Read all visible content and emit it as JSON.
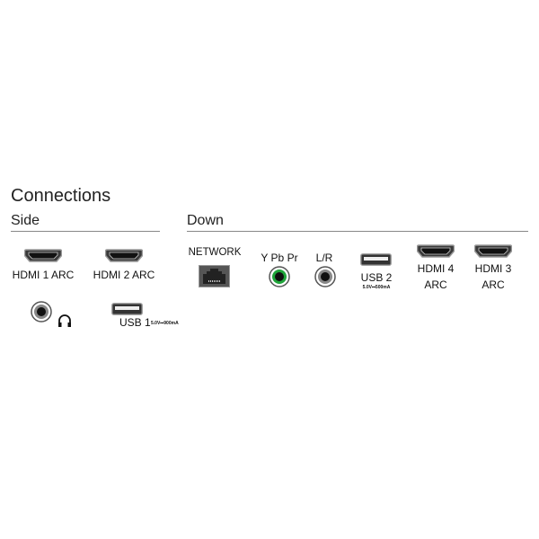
{
  "title": "Connections",
  "sections": {
    "side": "Side",
    "down": "Down"
  },
  "side": {
    "hdmi1": "HDMI 1 ARC",
    "hdmi2": "HDMI 2 ARC",
    "usb1": "USB 1",
    "usb1_spec": "5.0V⎓900mA"
  },
  "down": {
    "network": "NETWORK",
    "ypbpr": "Y Pb Pr",
    "lr": "L/R",
    "usb2": "USB 2",
    "usb2_spec": "5.0V⎓500mA",
    "hdmi4": [
      "HDMI 4",
      "ARC"
    ],
    "hdmi3": [
      "HDMI 3",
      "ARC"
    ]
  },
  "colors": {
    "ypbpr_ring": "#1fa53a"
  }
}
